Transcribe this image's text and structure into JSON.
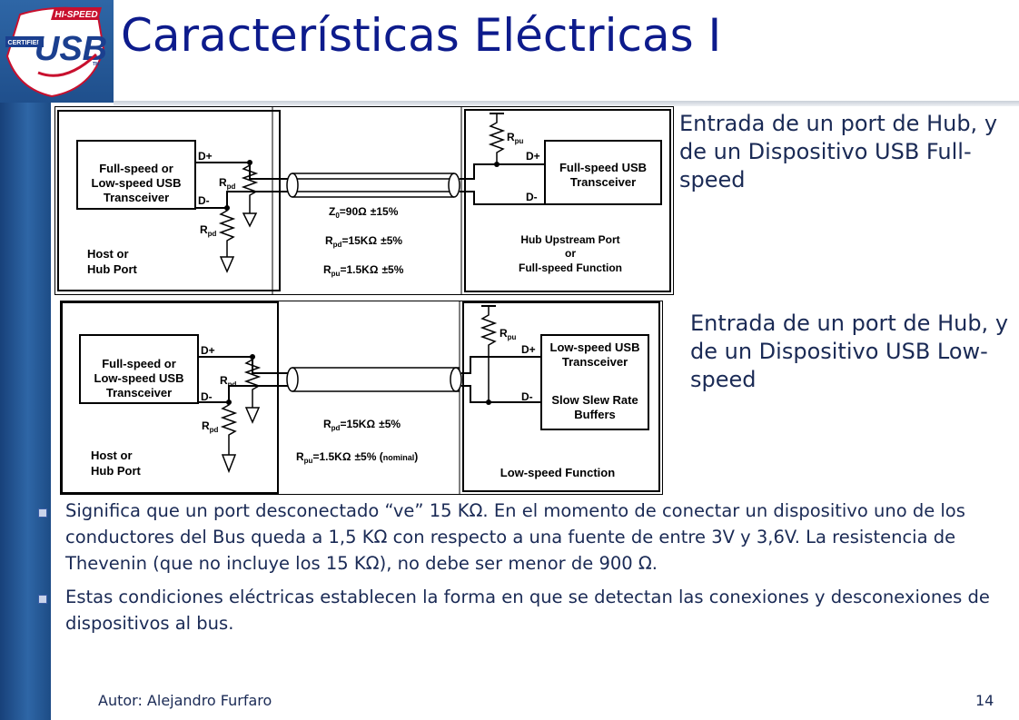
{
  "slide": {
    "title": "Características Eléctricas I",
    "logo": {
      "top_text": "HI-SPEED",
      "side_text": "CERTIFIED",
      "main_text": "USB",
      "tm": "TM"
    },
    "diagram_full_speed": {
      "left_box_line1": "Full-speed or",
      "left_box_line2": "Low-speed USB",
      "left_box_line3": "Transceiver",
      "dplus": "D+",
      "dminus": "D-",
      "dplus_right": "D+",
      "dminus_right": "D-",
      "rpd_top": "R",
      "rpd_top_sub": "pd",
      "rpd_bottom": "R",
      "rpd_bottom_sub": "pd",
      "rpu": "R",
      "rpu_sub": "pu",
      "host_line1": "Host or",
      "host_line2": "Hub Port",
      "z0_label": "Z",
      "z0_sub": "0",
      "z0_value": "=90",
      "z0_tol": "±15%",
      "rpd_eq": "R",
      "rpd_eq_sub": "pd",
      "rpd_eq_value": "=15K",
      "rpd_eq_tol": "±5%",
      "rpu_eq": "R",
      "rpu_eq_sub": "pu",
      "rpu_eq_value": "=1.5K",
      "rpu_eq_tol": "±5%",
      "right_box_line1": "Full-speed USB",
      "right_box_line2": "Transceiver",
      "func_line1": "Hub Upstream Port",
      "func_line2": "or",
      "func_line3": "Full-speed Function"
    },
    "diagram_low_speed": {
      "left_box_line1": "Full-speed or",
      "left_box_line2": "Low-speed USB",
      "left_box_line3": "Transceiver",
      "dplus": "D+",
      "dminus": "D-",
      "dplus_right": "D+",
      "dminus_right": "D-",
      "rpd_top": "R",
      "rpd_top_sub": "pd",
      "rpd_bottom": "R",
      "rpd_bottom_sub": "pd",
      "rpu": "R",
      "rpu_sub": "pu",
      "host_line1": "Host or",
      "host_line2": "Hub Port",
      "rpd_eq": "R",
      "rpd_eq_sub": "pd",
      "rpd_eq_value": "=15K",
      "rpd_eq_tol": "±5%",
      "rpu_eq": "R",
      "rpu_eq_sub": "pu",
      "rpu_eq_value": "=1.5K",
      "rpu_eq_tol": "±5% (",
      "rpu_eq_nominal": "nominal",
      "rpu_eq_close": ")",
      "right_box_line1": "Low-speed USB",
      "right_box_line2": "Transceiver",
      "right_box_line3": "Slow Slew Rate",
      "right_box_line4": "Buffers",
      "func_line1": "Low-speed Function"
    },
    "caption_full_speed": "Entrada de un port de Hub, y de un Dispositivo USB Full-speed",
    "caption_low_speed": "Entrada de un port de Hub, y de un Dispositivo USB Low-speed",
    "bullets": [
      "Significa que un port desconectado “ve” 15 KΩ. En el momento de conectar un dispositivo uno de los conductores del Bus queda a 1,5 KΩ con respecto a una fuente de entre 3V y 3,6V. La resistencia de Thevenin (que no incluye los 15 KΩ), no debe ser menor de 900 Ω.",
      "Estas condiciones eléctricas establecen la forma en que se detectan las conexiones y desconexiones de dispositivos al bus."
    ],
    "footer_author": "Autor: Alejandro Furfaro",
    "footer_page": "14",
    "omega": "Ω"
  }
}
